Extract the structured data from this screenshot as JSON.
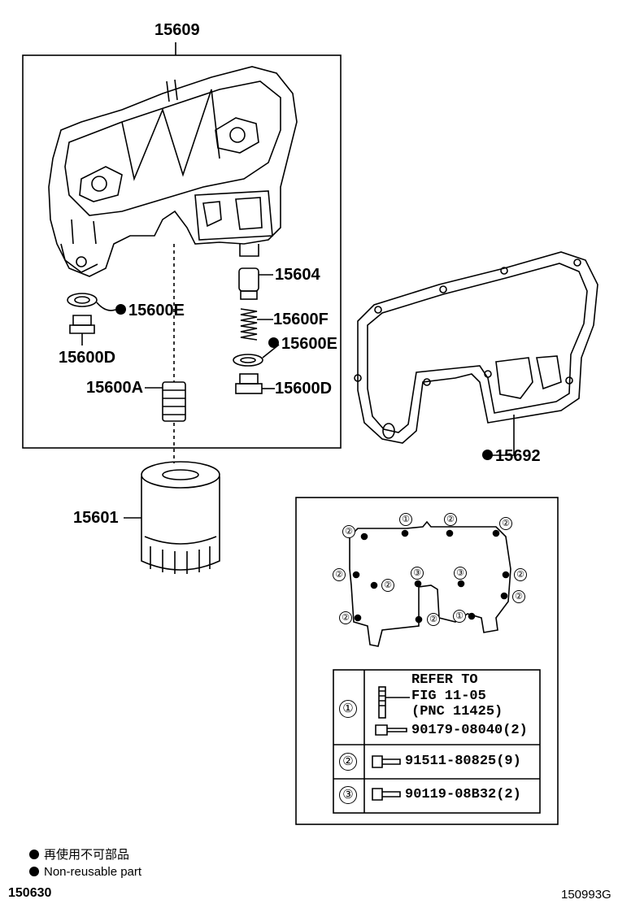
{
  "parts": {
    "p15609": "15609",
    "p15604": "15604",
    "p15600E_left": "15600E",
    "p15600F": "15600F",
    "p15600E_right": "15600E",
    "p15600D_left": "15600D",
    "p15600A": "15600A",
    "p15600D_right": "15600D",
    "p15692": "15692",
    "p15601": "15601"
  },
  "detail": {
    "markers": [
      "①",
      "②",
      "③"
    ],
    "row1": {
      "mark": "①",
      "refer_line1": "REFER TO",
      "refer_line2": "FIG 11-05",
      "refer_line3": "(PNC 11425)",
      "bolt": "90179-08040(2)"
    },
    "row2": {
      "mark": "②",
      "bolt": "91511-80825(9)"
    },
    "row3": {
      "mark": "③",
      "bolt": "90119-08B32(2)"
    }
  },
  "legend": {
    "line1": "再使用不可部品",
    "line2": "Non-reusable part"
  },
  "footer": {
    "left_code": "150630",
    "right_code": "150993G"
  }
}
